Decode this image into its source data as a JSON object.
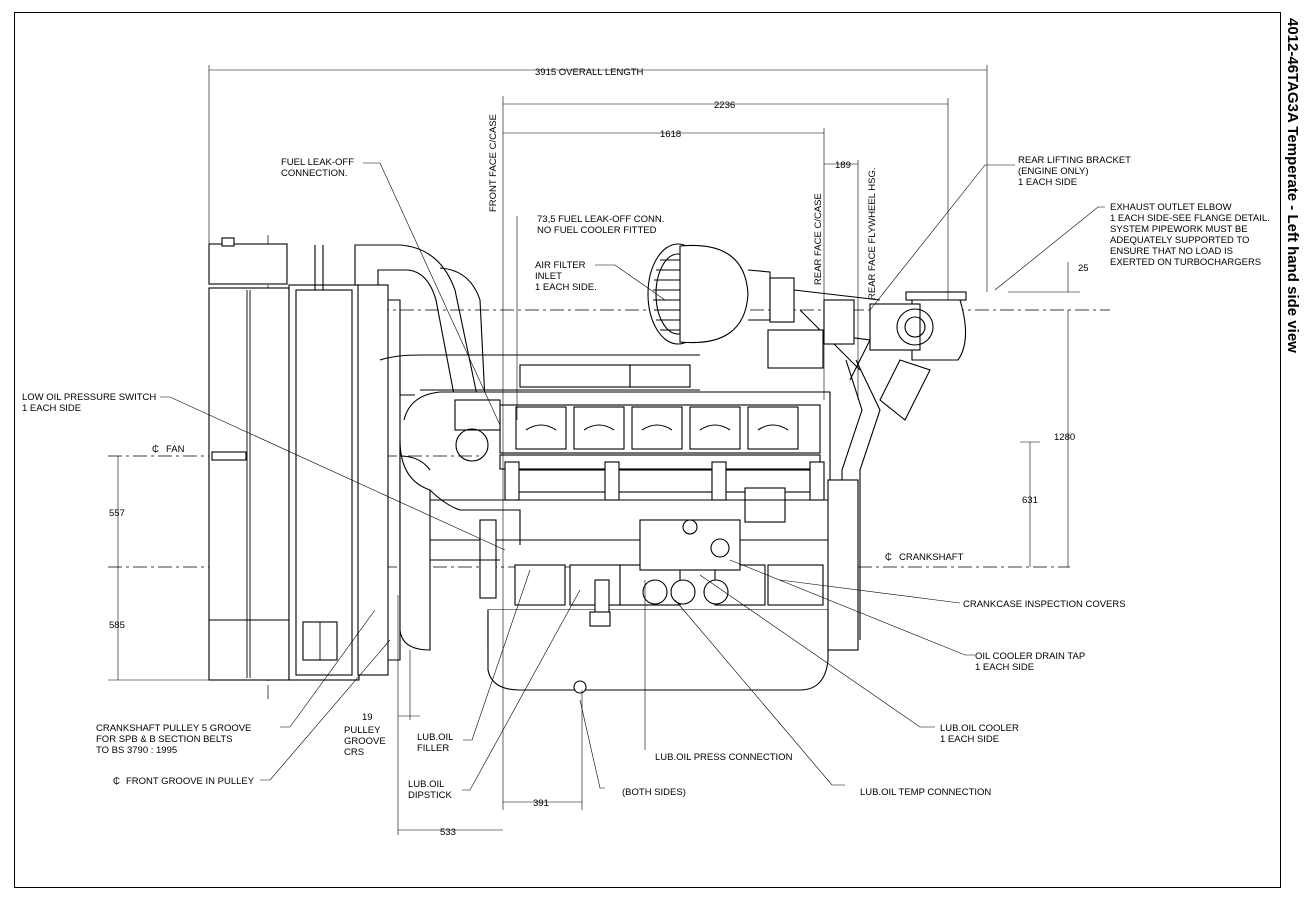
{
  "title": "4012-46TAG3A Temperate - Left hand side view",
  "dimensions": {
    "overall_length": "3915 OVERALL LENGTH",
    "d2236": "2236",
    "d1618": "1618",
    "d189": "189",
    "d25": "25",
    "d1280": "1280",
    "d631": "631",
    "d557": "557",
    "d585": "585",
    "d19": "19",
    "d391": "391",
    "d533": "533"
  },
  "vertical_labels": {
    "front_face_case": "FRONT FACE C/CASE",
    "rear_face_case": "REAR FACE C/CASE",
    "rear_face_flywheel": "REAR FACE FLYWHEEL HSG."
  },
  "centerlines": {
    "fan": "FAN",
    "crankshaft": "CRANKSHAFT",
    "symbol": "₵"
  },
  "callouts": {
    "fuel_leak_off": [
      "FUEL LEAK-OFF",
      "CONNECTION."
    ],
    "fuel_leak_off_conn": [
      "73,5  FUEL LEAK-OFF CONN.",
      "NO FUEL COOLER FITTED"
    ],
    "air_filter": [
      "AIR FILTER",
      "INLET",
      "1 EACH SIDE."
    ],
    "rear_lifting_bracket": [
      "REAR LIFTING BRACKET",
      "(ENGINE ONLY)",
      "1 EACH SIDE"
    ],
    "exhaust_outlet": [
      "EXHAUST OUTLET ELBOW",
      "1 EACH SIDE-SEE FLANGE DETAIL.",
      "SYSTEM PIPEWORK MUST BE",
      "ADEQUATELY SUPPORTED TO",
      "ENSURE THAT NO LOAD IS",
      "EXERTED ON TURBOCHARGERS"
    ],
    "low_oil_pressure": [
      "LOW OIL PRESSURE SWITCH",
      "1 EACH SIDE"
    ],
    "crankcase_covers": [
      "CRANKCASE INSPECTION COVERS"
    ],
    "oil_cooler_drain": [
      "OIL COOLER DRAIN TAP",
      "1 EACH SIDE"
    ],
    "lub_oil_cooler": [
      "LUB.OIL COOLER",
      "1 EACH SIDE"
    ],
    "lub_oil_press": [
      "LUB.OIL PRESS CONNECTION"
    ],
    "lub_oil_temp": [
      "LUB.OIL TEMP CONNECTION"
    ],
    "both_sides": [
      "(BOTH SIDES)"
    ],
    "lub_oil_filler": [
      "LUB.OIL",
      "FILLER"
    ],
    "lub_oil_dipstick": [
      "LUB.OIL",
      "DIPSTICK"
    ],
    "pulley_groove": [
      "PULLEY",
      "GROOVE",
      "CRS"
    ],
    "crankshaft_pulley": [
      "CRANKSHAFT PULLEY 5 GROOVE",
      "FOR SPB & B SECTION BELTS",
      "TO BS 3790 : 1995"
    ],
    "front_groove": [
      "FRONT GROOVE IN PULLEY"
    ]
  }
}
